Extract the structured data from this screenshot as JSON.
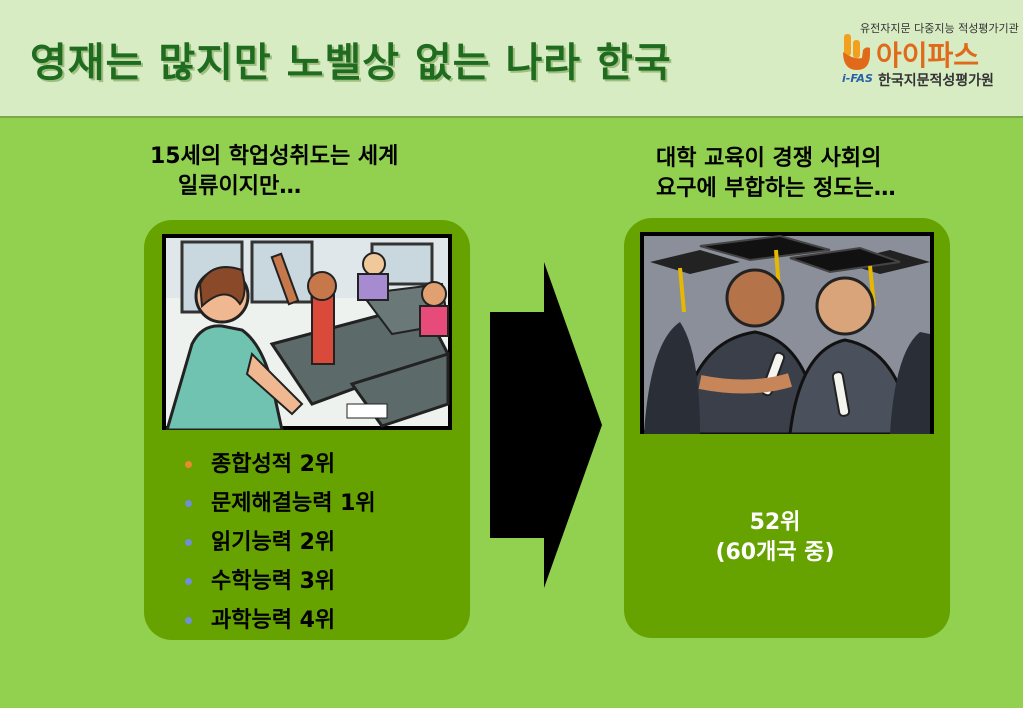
{
  "header": {
    "title": "영재는 많지만 노벨상 없는 나라 한국"
  },
  "logo": {
    "tagline": "유전자지문 다중지능 적성평가기관",
    "name": "아이파스",
    "ifas": "i-FAS",
    "subname": "한국지문적성평가원"
  },
  "left": {
    "caption_line1": "15세의 학업성취도는 세계",
    "caption_line2": "일류이지만…",
    "items": [
      {
        "label": "종합성적 2위",
        "bullet_color": "#e98a2c"
      },
      {
        "label": "문제해결능력 1위",
        "bullet_color": "#6f8fd6"
      },
      {
        "label": "읽기능력 2위",
        "bullet_color": "#6f8fd6"
      },
      {
        "label": "수학능력 3위",
        "bullet_color": "#6f8fd6"
      },
      {
        "label": "과학능력 4위",
        "bullet_color": "#6f8fd6"
      }
    ]
  },
  "right": {
    "caption_line1": "대학 교육이 경쟁 사회의",
    "caption_line2": "요구에  부합하는 정도는…",
    "rank_line1": "52위",
    "rank_line2": "(60개국 중)"
  },
  "colors": {
    "background": "#92d050",
    "header_bg": "#d8ecc4",
    "title": "#1f6b1f",
    "panel": "#66a200"
  }
}
